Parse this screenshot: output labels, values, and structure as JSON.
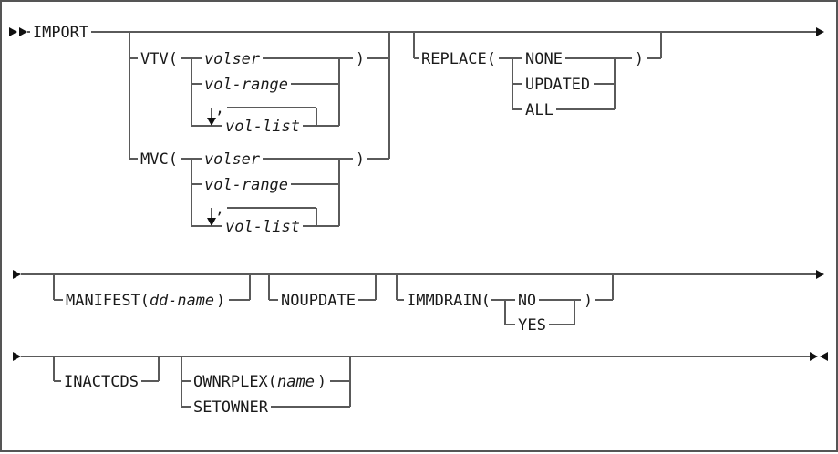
{
  "diagram_type": "railroad-syntax-diagram",
  "tokens": {
    "import": "IMPORT",
    "vtv_open": "VTV(",
    "mvc_open": "MVC(",
    "volser": "volser",
    "vol_range": "vol-range",
    "vol_list": "vol-list",
    "comma": ",",
    "close_paren": ")",
    "replace_open": "REPLACE(",
    "none": "NONE",
    "updated": "UPDATED",
    "all": "ALL",
    "manifest_open": "MANIFEST(",
    "dd_name": "dd-name",
    "noupdate": "NOUPDATE",
    "immdrain_open": "IMMDRAIN(",
    "no": "NO",
    "yes": "YES",
    "inactcds": "INACTCDS",
    "ownrplex_open": "OWNRPLEX(",
    "name": "name",
    "setowner": "SETOWNER"
  },
  "syntax_outline": {
    "command": "IMPORT",
    "optional_groups": [
      "choice: VTV(volser | vol-range | repeatable vol-list separated by comma) OR MVC(volser | vol-range | repeatable vol-list separated by comma)",
      "REPLACE( NONE | UPDATED | ALL )",
      "MANIFEST(dd-name)",
      "NOUPDATE",
      "IMMDRAIN( NO | YES )",
      "INACTCDS",
      "choice: OWNRPLEX(name) OR SETOWNER"
    ]
  },
  "colors": {
    "line": "#5a5a5a",
    "text": "#1a1a1a",
    "arrow": "#111111",
    "border": "#555555",
    "background": "#ffffff"
  }
}
